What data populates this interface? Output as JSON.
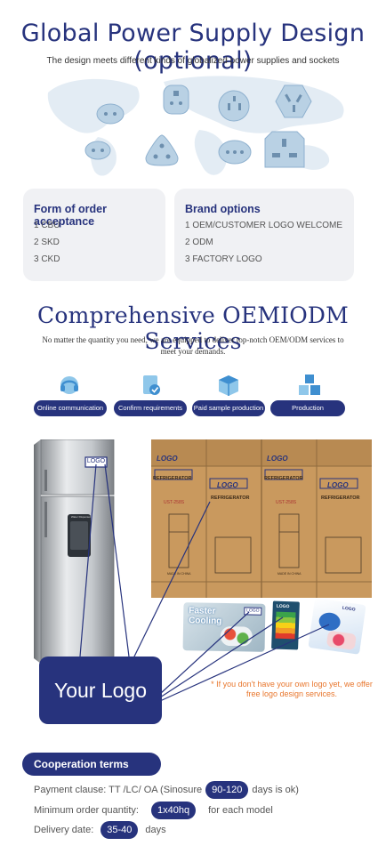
{
  "power": {
    "title": "Global Power Supply Design (optional)",
    "subtitle": "The design meets different kinds of globalized power supplies and sockets",
    "sockets": [
      "socket-icon",
      "socket-icon",
      "socket-icon",
      "socket-icon",
      "socket-icon",
      "socket-icon",
      "socket-icon",
      "socket-icon"
    ]
  },
  "order": {
    "heading": "Form of order acceptance",
    "items": [
      "1 CBU",
      "2 SKD",
      "3 CKD"
    ]
  },
  "brand": {
    "heading": "Brand options",
    "items": [
      "1 OEM/CUSTOMER LOGO WELCOME",
      "2 ODM",
      "3 FACTORY LOGO"
    ]
  },
  "services": {
    "title": "Comprehensive OEMIODM Services",
    "subtitle": "No matter the quantity you need, we are equipped to deliver top-notch OEM/ODM services to meet your demands.",
    "steps": [
      {
        "label": "Online communication",
        "icon": "headset-icon"
      },
      {
        "label": "Confirm requirements",
        "icon": "clipboard-check-icon"
      },
      {
        "label": "Paid sample production",
        "icon": "box-icon"
      },
      {
        "label": "Production",
        "icon": "boxes-icon"
      }
    ]
  },
  "product": {
    "fridge_logo": "LOGO",
    "dispenser_text": "Water Dispenser",
    "box_logo": "LOGO",
    "box_label": "REFRIGERATOR",
    "box_model": "UST-258S",
    "box_made": "MADE IN CHINA",
    "sticker_title_1": "Faster",
    "sticker_title_2": "Cooling",
    "sticker_logo": "LOGO",
    "energy_logo": "LOGO",
    "brochure_logo": "LOGO",
    "your_logo": "Your Logo",
    "note": "* If you don't have your own logo yet, we offer free logo design services."
  },
  "cooperation": {
    "title": "Cooperation terms",
    "payment_prefix": "Payment clause: TT /LC/ OA  (Sinosure",
    "payment_days": "90-120",
    "payment_suffix": "days is ok)",
    "moq_prefix": "Minimum order quantity:",
    "moq_value": "1x40hq",
    "moq_suffix": "for each model",
    "delivery_prefix": "Delivery date:",
    "delivery_value": "35-40",
    "delivery_suffix": "days"
  },
  "colors": {
    "brand": "#27337d",
    "accent": "#e8772e",
    "card_bg": "#f0f1f4",
    "carton": "#c9995e"
  }
}
